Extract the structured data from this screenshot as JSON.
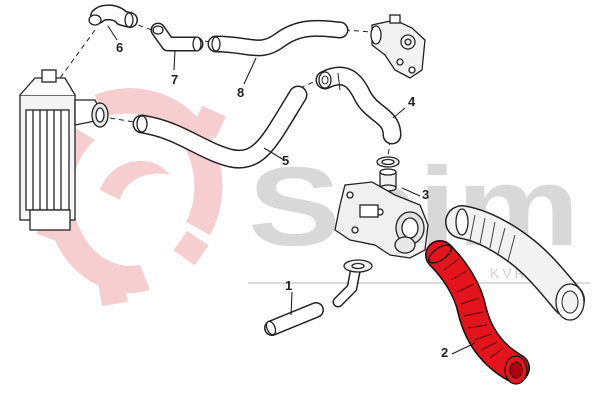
{
  "watermark": {
    "brand": "Seim",
    "sub": "KVRL",
    "brand_color": "#d9d9d9",
    "logo_color": "#f6c9cc"
  },
  "parts": [
    {
      "number": "1",
      "name": "straight-hose"
    },
    {
      "number": "2",
      "name": "intercooler-intake-hose"
    },
    {
      "number": "3",
      "name": "seal-and-sleeve"
    },
    {
      "number": "4",
      "name": "curved-hose"
    },
    {
      "number": "5",
      "name": "long-intercooler-hose"
    },
    {
      "number": "6",
      "name": "elbow-connector"
    },
    {
      "number": "7",
      "name": "elbow-tube"
    },
    {
      "number": "8",
      "name": "long-bent-hose"
    }
  ],
  "highlight_color": "#e3141c"
}
